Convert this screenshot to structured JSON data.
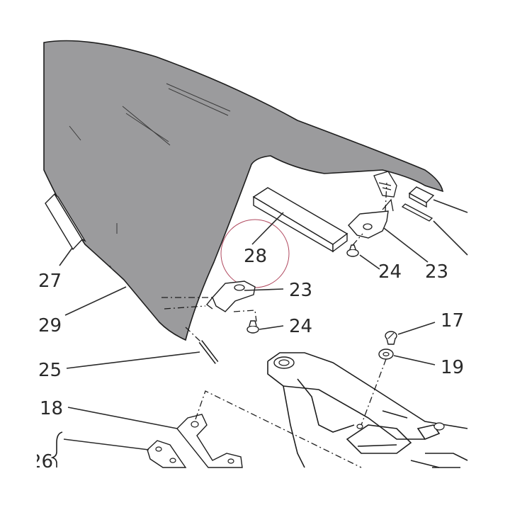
{
  "diagram": {
    "callouts": [
      {
        "id": "c27",
        "label": "27"
      },
      {
        "id": "c29",
        "label": "29"
      },
      {
        "id": "c25",
        "label": "25"
      },
      {
        "id": "c18",
        "label": "18"
      },
      {
        "id": "c26",
        "label": "26"
      },
      {
        "id": "c28",
        "label": "28"
      },
      {
        "id": "c23a",
        "label": "23"
      },
      {
        "id": "c24a",
        "label": "24"
      },
      {
        "id": "c23b",
        "label": "23"
      },
      {
        "id": "c24b",
        "label": "24"
      },
      {
        "id": "c17",
        "label": "17"
      },
      {
        "id": "c19",
        "label": "19"
      }
    ],
    "colors": {
      "cover": "#9b9b9d",
      "line": "#1e1e1e",
      "highlight_circle": "#b0485e",
      "background": "#ffffff"
    }
  }
}
